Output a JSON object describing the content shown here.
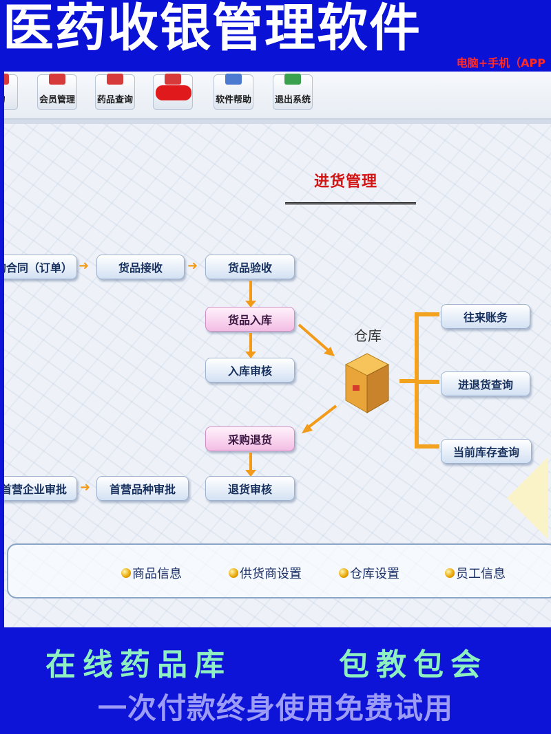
{
  "banner": {
    "title": "医药收银管理软件",
    "subtitle": "电脑+手机（APP"
  },
  "toolbar": {
    "items": [
      {
        "label": "询",
        "icon": "query-icon"
      },
      {
        "label": "会员管理",
        "icon": "member-icon"
      },
      {
        "label": "药品查询",
        "icon": "drug-query-icon"
      },
      {
        "label": "",
        "icon": "redacted-icon"
      },
      {
        "label": "软件帮助",
        "icon": "help-icon"
      },
      {
        "label": "退出系统",
        "icon": "exit-icon"
      }
    ]
  },
  "section": {
    "title": "进货管理"
  },
  "flow": {
    "contract": "购合同（订单）",
    "receive": "货品接收",
    "inspect": "货品验收",
    "stock_in": "货品入库",
    "stock_in_audit": "入库审核",
    "warehouse": "仓库",
    "purchase_return": "采购退货",
    "return_audit": "退货审核",
    "first_enterprise": "首营企业审批",
    "first_variety": "首营品种审批",
    "accounts": "往来账务",
    "return_query": "进退货查询",
    "stock_query": "当前库存查询"
  },
  "links": {
    "items": [
      "商品信息",
      "供货商设置",
      "仓库设置",
      "员工信息"
    ]
  },
  "footer": {
    "left": "在线药品库",
    "right": "包教包会",
    "bottom": "一次付款终身使用免费试用"
  },
  "colors": {
    "banner_bg": "#0a12d6",
    "accent_orange": "#f29a1a",
    "title_red": "#d11515"
  }
}
